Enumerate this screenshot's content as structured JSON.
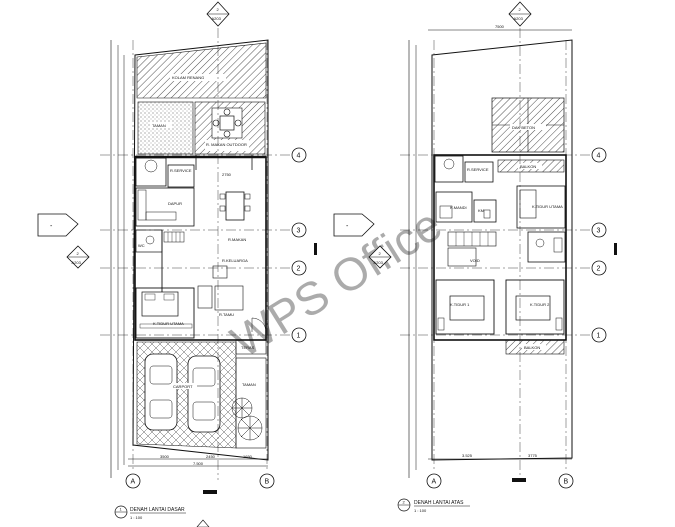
{
  "watermark": "WPS Office",
  "grid": {
    "rows": [
      "1",
      "2",
      "3",
      "4"
    ],
    "cols": [
      "A",
      "B"
    ],
    "section_ref": "A203",
    "section_no": "2",
    "elev_mark": "-"
  },
  "ground_floor": {
    "title": "DENAH LANTAI DASAR",
    "scale": "1 : 100",
    "title_no": "1",
    "rooms": {
      "parking_top": "KOLAM RENANG",
      "garden": "TAMAN",
      "dining_outdoor": "R. MAKAN OUTDOOR",
      "laundry": "R.SERVICE",
      "kitchen": "DAPUR",
      "dining": "R.MAKAN",
      "family": "R.KELUARGA",
      "living": "R.TAMU",
      "guest_bed": "K.TIDUR UTAMA",
      "terrace": "TERAS",
      "carport": "CARPORT",
      "side_garden": "TAMAN",
      "wc": "WC"
    },
    "dims": {
      "top": "2750",
      "bottom_total": "7.500",
      "bottom_a": "3500",
      "bottom_b": "2450",
      "bottom_c": "1650"
    }
  },
  "upper_floor": {
    "title": "DENAH LANTAI ATAS",
    "scale": "1 : 100",
    "title_no": "2",
    "rooms": {
      "roof": "DAK BETON",
      "service": "R.SERVICE",
      "balcony_top": "BALKON",
      "bath1": "K.MANDI",
      "bath2": "KM",
      "bed_main": "K.TIDUR UTAMA",
      "bed1": "K.TIDUR 1",
      "bed2": "K.TIDUR 2",
      "void": "VOID",
      "balcony": "BALKON"
    },
    "dims": {
      "top": "7500",
      "bottom_a": "3.525",
      "bottom_b": "3775"
    }
  }
}
